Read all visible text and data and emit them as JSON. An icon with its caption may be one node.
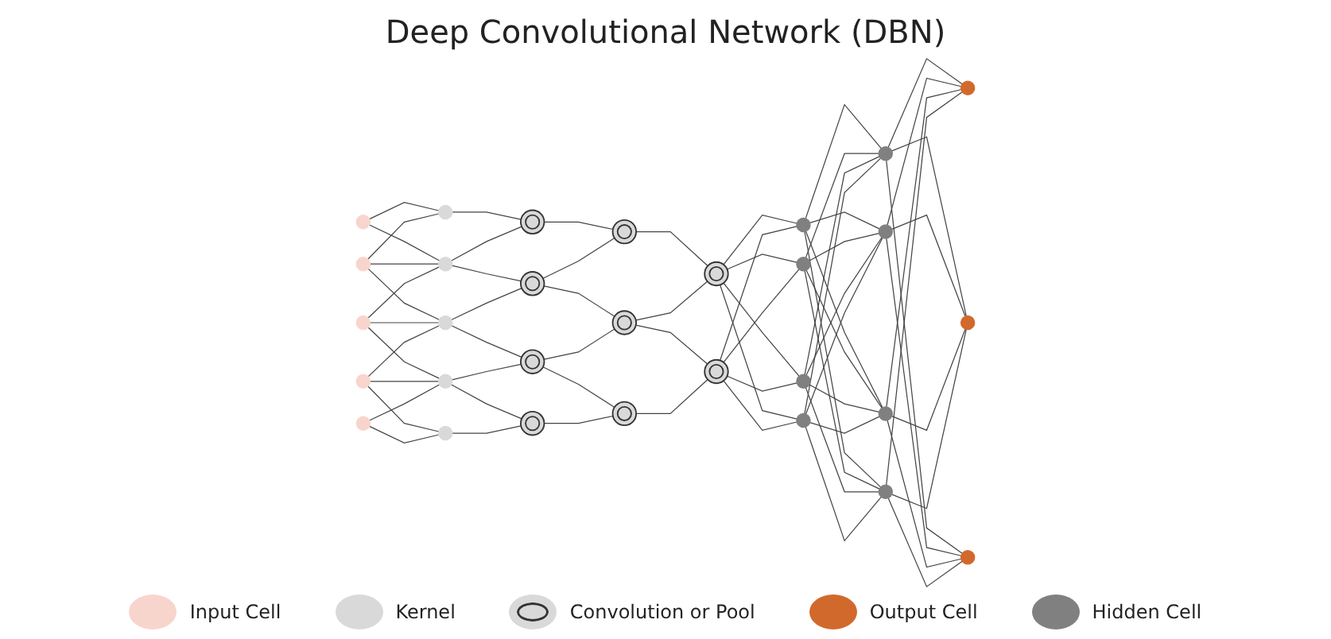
{
  "diagram": {
    "title": "Deep Convolutional Network (DBN)",
    "nodes": [
      {
        "text": [],
        "shape": "circle"
      },
      {
        "text": [],
        "shape": "circle"
      },
      {
        "text": [],
        "shape": "circle"
      },
      {
        "text": [],
        "shape": "circle"
      },
      {
        "text": [],
        "shape": "circle"
      },
      {
        "text": [],
        "shape": "circle"
      },
      {
        "text": [],
        "shape": "circle"
      },
      {
        "text": [],
        "shape": "circle"
      },
      {
        "text": [],
        "shape": "circle"
      },
      {
        "text": [],
        "shape": "circle"
      },
      {
        "text": [],
        "shape": "circle"
      },
      {
        "text": [],
        "shape": "circle"
      },
      {
        "text": [],
        "shape": "circle"
      },
      {
        "text": [],
        "shape": "circle"
      },
      {
        "text": [],
        "shape": "circle"
      },
      {
        "text": [],
        "shape": "circle"
      },
      {
        "text": [],
        "shape": "circle"
      },
      {
        "text": [],
        "shape": "circle"
      },
      {
        "text": [],
        "shape": "circle"
      },
      {
        "text": [],
        "shape": "circle"
      },
      {
        "text": [],
        "shape": "circle"
      },
      {
        "text": [],
        "shape": "circle"
      },
      {
        "text": [],
        "shape": "circle"
      },
      {
        "text": [],
        "shape": "circle"
      },
      {
        "text": [],
        "shape": "circle"
      },
      {
        "text": [],
        "shape": "circle"
      },
      {
        "text": [],
        "shape": "circle"
      },
      {
        "text": [],
        "shape": "circle"
      },
      {
        "text": [],
        "shape": "circle"
      },
      {
        "text": [],
        "shape": "circle"
      }
    ],
    "edges": [
      {
        "from": 0,
        "to": 5,
        "arrow": "none"
      },
      {
        "from": 0,
        "to": 6,
        "arrow": "none"
      },
      {
        "from": 1,
        "to": 5,
        "arrow": "none"
      },
      {
        "from": 1,
        "to": 6,
        "arrow": "none"
      },
      {
        "from": 1,
        "to": 7,
        "arrow": "none"
      },
      {
        "from": 2,
        "to": 6,
        "arrow": "none"
      },
      {
        "from": 2,
        "to": 7,
        "arrow": "none"
      },
      {
        "from": 2,
        "to": 8,
        "arrow": "none"
      },
      {
        "from": 3,
        "to": 7,
        "arrow": "none"
      },
      {
        "from": 3,
        "to": 8,
        "arrow": "none"
      },
      {
        "from": 3,
        "to": 9,
        "arrow": "none"
      },
      {
        "from": 4,
        "to": 8,
        "arrow": "none"
      },
      {
        "from": 4,
        "to": 9,
        "arrow": "none"
      },
      {
        "from": 5,
        "to": 10,
        "arrow": "none"
      },
      {
        "from": 6,
        "to": 10,
        "arrow": "none"
      },
      {
        "from": 6,
        "to": 11,
        "arrow": "none"
      },
      {
        "from": 7,
        "to": 11,
        "arrow": "none"
      },
      {
        "from": 7,
        "to": 12,
        "arrow": "none"
      },
      {
        "from": 8,
        "to": 12,
        "arrow": "none"
      },
      {
        "from": 8,
        "to": 13,
        "arrow": "none"
      },
      {
        "from": 9,
        "to": 13,
        "arrow": "none"
      },
      {
        "from": 10,
        "to": 14,
        "arrow": "none"
      },
      {
        "from": 11,
        "to": 14,
        "arrow": "none"
      },
      {
        "from": 11,
        "to": 15,
        "arrow": "none"
      },
      {
        "from": 12,
        "to": 15,
        "arrow": "none"
      },
      {
        "from": 12,
        "to": 16,
        "arrow": "none"
      },
      {
        "from": 13,
        "to": 16,
        "arrow": "none"
      },
      {
        "from": 14,
        "to": 17,
        "arrow": "none"
      },
      {
        "from": 15,
        "to": 17,
        "arrow": "none"
      },
      {
        "from": 15,
        "to": 18,
        "arrow": "none"
      },
      {
        "from": 16,
        "to": 18,
        "arrow": "none"
      },
      {
        "from": 17,
        "to": 19,
        "arrow": "none"
      },
      {
        "from": 17,
        "to": 20,
        "arrow": "none"
      },
      {
        "from": 17,
        "to": 21,
        "arrow": "none"
      },
      {
        "from": 17,
        "to": 22,
        "arrow": "none"
      },
      {
        "from": 18,
        "to": 19,
        "arrow": "none"
      },
      {
        "from": 18,
        "to": 20,
        "arrow": "none"
      },
      {
        "from": 18,
        "to": 21,
        "arrow": "none"
      },
      {
        "from": 18,
        "to": 22,
        "arrow": "none"
      },
      {
        "from": 19,
        "to": 23,
        "arrow": "none"
      },
      {
        "from": 19,
        "to": 24,
        "arrow": "none"
      },
      {
        "from": 19,
        "to": 25,
        "arrow": "none"
      },
      {
        "from": 19,
        "to": 26,
        "arrow": "none"
      },
      {
        "from": 20,
        "to": 23,
        "arrow": "none"
      },
      {
        "from": 20,
        "to": 24,
        "arrow": "none"
      },
      {
        "from": 20,
        "to": 25,
        "arrow": "none"
      },
      {
        "from": 20,
        "to": 26,
        "arrow": "none"
      },
      {
        "from": 21,
        "to": 23,
        "arrow": "none"
      },
      {
        "from": 21,
        "to": 24,
        "arrow": "none"
      },
      {
        "from": 21,
        "to": 25,
        "arrow": "none"
      },
      {
        "from": 21,
        "to": 26,
        "arrow": "none"
      },
      {
        "from": 22,
        "to": 23,
        "arrow": "none"
      },
      {
        "from": 22,
        "to": 24,
        "arrow": "none"
      },
      {
        "from": 22,
        "to": 25,
        "arrow": "none"
      },
      {
        "from": 22,
        "to": 26,
        "arrow": "none"
      },
      {
        "from": 23,
        "to": 27,
        "arrow": "none"
      },
      {
        "from": 23,
        "to": 28,
        "arrow": "none"
      },
      {
        "from": 23,
        "to": 29,
        "arrow": "none"
      },
      {
        "from": 24,
        "to": 27,
        "arrow": "none"
      },
      {
        "from": 24,
        "to": 28,
        "arrow": "none"
      },
      {
        "from": 24,
        "to": 29,
        "arrow": "none"
      },
      {
        "from": 25,
        "to": 27,
        "arrow": "none"
      },
      {
        "from": 25,
        "to": 28,
        "arrow": "none"
      },
      {
        "from": 25,
        "to": 29,
        "arrow": "none"
      },
      {
        "from": 26,
        "to": 27,
        "arrow": "none"
      },
      {
        "from": 26,
        "to": 28,
        "arrow": "none"
      },
      {
        "from": 26,
        "to": 29,
        "arrow": "none"
      }
    ],
    "legend": [
      {
        "text": "Input Cell",
        "color": "#f8d5cc"
      },
      {
        "text": "Kernel",
        "color": "#d9d9d9"
      },
      {
        "text": "Convolution or Pool"
      },
      {
        "text": "Output Cell",
        "color": "#d2692c"
      },
      {
        "text": "Hidden Cell",
        "color": "#808080"
      }
    ]
  }
}
